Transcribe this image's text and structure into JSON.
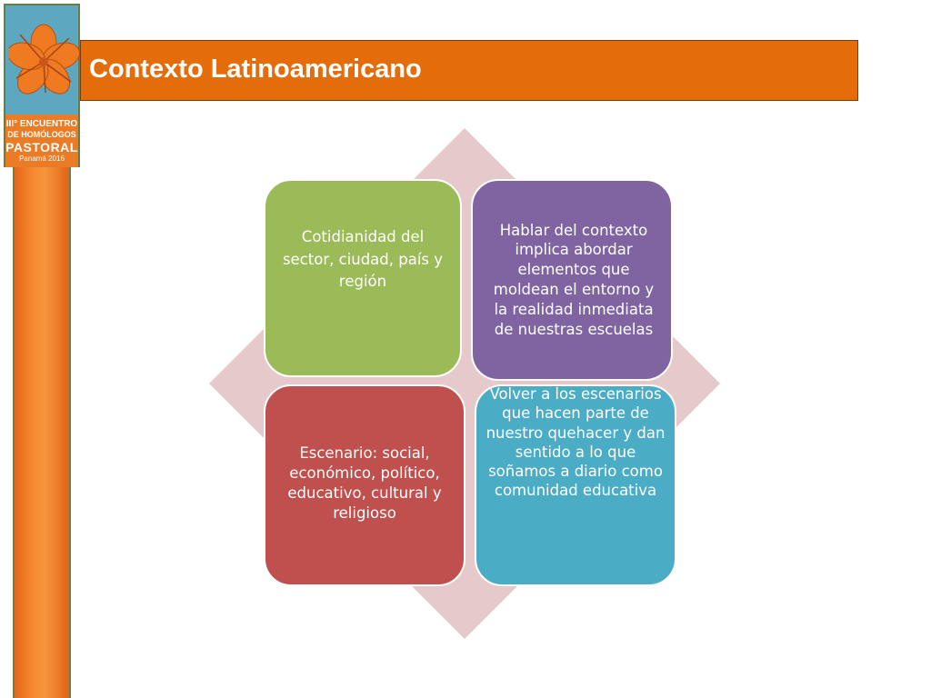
{
  "logo": {
    "line1": "III° ENCUENTRO",
    "line2": "DE HOMÓLOGOS",
    "line3": "PASTORAL",
    "line4": "Panamá 2016"
  },
  "title": "Contexto Latinoamericano",
  "colors": {
    "title_bar": "#e46c0a",
    "diamond": "#e6c9cb",
    "top_left": "#9bbb59",
    "top_right": "#8064a2",
    "bottom_left": "#c0504d",
    "bottom_right": "#4bacc6",
    "logo_blue": "#5ea7c1",
    "pole_orange": "#f68a30"
  },
  "diagram": {
    "top_left": "Cotidianidad del sector, ciudad, país y  región",
    "top_right": "Hablar del contexto implica abordar elementos que moldean el entorno y la realidad inmediata de nuestras escuelas",
    "bottom_left": "Escenario: social, económico, político, educativo, cultural y religioso",
    "bottom_right": "Volver a los escenarios que hacen parte de nuestro quehacer y dan sentido a lo que soñamos a diario como comunidad educativa"
  }
}
